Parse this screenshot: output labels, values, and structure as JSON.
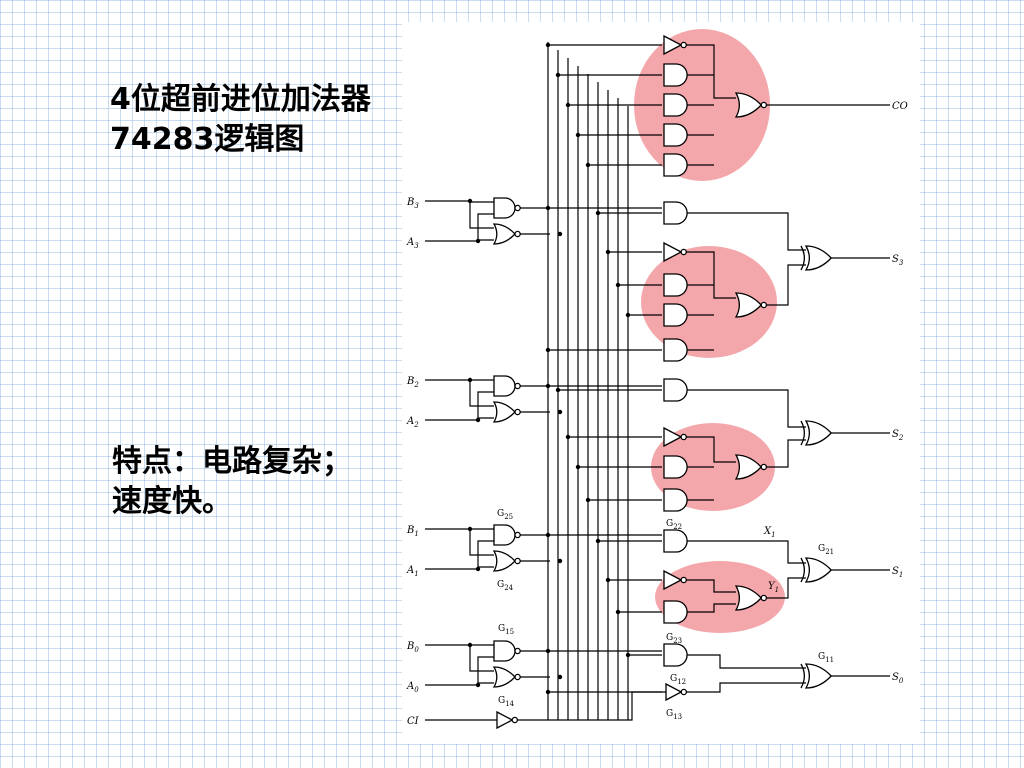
{
  "slide": {
    "title": "4位超前进位加法器74283逻辑图",
    "features": "特点：电路复杂；速度快。",
    "highlight_color": "#f08a8f"
  },
  "diagram": {
    "inputs": [
      {
        "id": "B3",
        "base": "B",
        "sub": "3"
      },
      {
        "id": "A3",
        "base": "A",
        "sub": "3"
      },
      {
        "id": "B2",
        "base": "B",
        "sub": "2"
      },
      {
        "id": "A2",
        "base": "A",
        "sub": "2"
      },
      {
        "id": "B1",
        "base": "B",
        "sub": "1"
      },
      {
        "id": "A1",
        "base": "A",
        "sub": "1"
      },
      {
        "id": "B0",
        "base": "B",
        "sub": "0"
      },
      {
        "id": "A0",
        "base": "A",
        "sub": "0"
      },
      {
        "id": "CI",
        "base": "CI",
        "sub": ""
      }
    ],
    "outputs": [
      {
        "id": "CO",
        "base": "CO",
        "sub": ""
      },
      {
        "id": "S3",
        "base": "S",
        "sub": "3"
      },
      {
        "id": "S2",
        "base": "S",
        "sub": "2"
      },
      {
        "id": "S1",
        "base": "S",
        "sub": "1"
      },
      {
        "id": "S0",
        "base": "S",
        "sub": "0"
      }
    ],
    "gate_labels": [
      {
        "id": "G25",
        "base": "G",
        "sub": "25"
      },
      {
        "id": "G24",
        "base": "G",
        "sub": "24"
      },
      {
        "id": "G22",
        "base": "G",
        "sub": "22"
      },
      {
        "id": "G21",
        "base": "G",
        "sub": "21"
      },
      {
        "id": "G15",
        "base": "G",
        "sub": "15"
      },
      {
        "id": "G14",
        "base": "G",
        "sub": "14"
      },
      {
        "id": "G23",
        "base": "G",
        "sub": "23"
      },
      {
        "id": "G12",
        "base": "G",
        "sub": "12"
      },
      {
        "id": "G11",
        "base": "G",
        "sub": "11"
      },
      {
        "id": "G13",
        "base": "G",
        "sub": "13"
      }
    ],
    "signal_labels": [
      {
        "id": "X1",
        "base": "X",
        "sub": "1"
      },
      {
        "id": "Y1",
        "base": "Y",
        "sub": "1"
      }
    ]
  }
}
